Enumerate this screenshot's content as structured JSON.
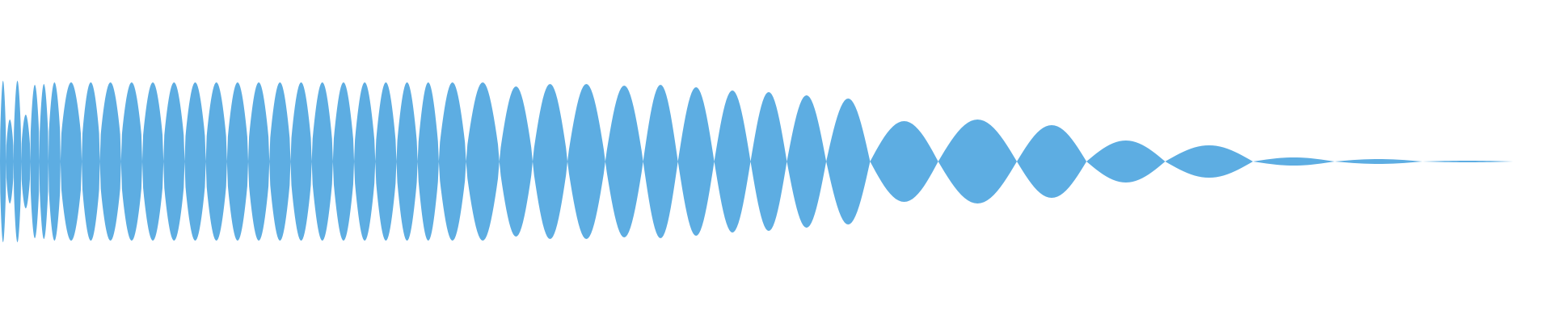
{
  "waveform": {
    "color": "#5dade2",
    "background": "#ffffff",
    "envelope": [
      [
        0.0,
        0.97,
        0.0
      ],
      [
        0.004,
        1.0,
        0.55
      ],
      [
        0.009,
        0.52,
        0.55
      ],
      [
        0.014,
        1.0,
        0.55
      ],
      [
        0.02,
        0.58,
        0.55
      ],
      [
        0.026,
        0.95,
        0.55
      ],
      [
        0.032,
        0.96,
        0.55
      ],
      [
        0.04,
        0.98,
        0.55
      ],
      [
        0.054,
        0.98,
        0.6
      ],
      [
        0.066,
        0.98,
        0.6
      ],
      [
        0.08,
        0.98,
        0.62
      ],
      [
        0.094,
        0.98,
        0.62
      ],
      [
        0.108,
        0.98,
        0.64
      ],
      [
        0.122,
        0.98,
        0.64
      ],
      [
        0.136,
        0.98,
        0.66
      ],
      [
        0.15,
        0.98,
        0.66
      ],
      [
        0.164,
        0.98,
        0.68
      ],
      [
        0.178,
        0.98,
        0.68
      ],
      [
        0.192,
        0.98,
        0.7
      ],
      [
        0.206,
        0.98,
        0.7
      ],
      [
        0.22,
        0.98,
        0.72
      ],
      [
        0.234,
        0.98,
        0.72
      ],
      [
        0.248,
        0.98,
        0.74
      ],
      [
        0.262,
        0.98,
        0.74
      ],
      [
        0.276,
        0.98,
        0.76
      ],
      [
        0.29,
        0.98,
        0.78
      ],
      [
        0.308,
        0.98,
        0.8
      ],
      [
        0.33,
        0.98,
        0.85
      ],
      [
        0.352,
        0.93,
        0.9
      ],
      [
        0.375,
        0.96,
        0.92
      ],
      [
        0.4,
        0.96,
        0.95
      ],
      [
        0.425,
        0.94,
        0.97
      ],
      [
        0.448,
        0.95,
        1.0
      ],
      [
        0.472,
        0.92,
        1.0
      ],
      [
        0.496,
        0.88,
        1.0
      ],
      [
        0.52,
        0.86,
        1.0
      ],
      [
        0.546,
        0.82,
        1.0
      ],
      [
        0.575,
        0.78,
        1.0
      ],
      [
        0.62,
        0.5,
        1.0
      ],
      [
        0.672,
        0.52,
        1.0
      ],
      [
        0.718,
        0.45,
        1.0
      ],
      [
        0.77,
        0.26,
        1.0
      ],
      [
        0.828,
        0.2,
        1.0
      ],
      [
        0.882,
        0.05,
        1.0
      ],
      [
        0.94,
        0.03,
        1.0
      ],
      [
        1.0,
        0.01,
        1.0
      ]
    ],
    "zero_crossings": [
      0.0,
      0.004,
      0.009,
      0.014,
      0.02,
      0.026,
      0.032,
      0.04,
      0.054,
      0.066,
      0.08,
      0.094,
      0.108,
      0.122,
      0.136,
      0.15,
      0.164,
      0.178,
      0.192,
      0.206,
      0.22,
      0.234,
      0.248,
      0.262,
      0.276,
      0.29,
      0.308,
      0.33,
      0.352,
      0.375,
      0.4,
      0.425,
      0.448,
      0.472,
      0.496,
      0.52,
      0.546,
      0.575,
      0.62,
      0.672,
      0.718,
      0.77,
      0.828,
      0.882,
      0.94,
      1.0
    ]
  }
}
